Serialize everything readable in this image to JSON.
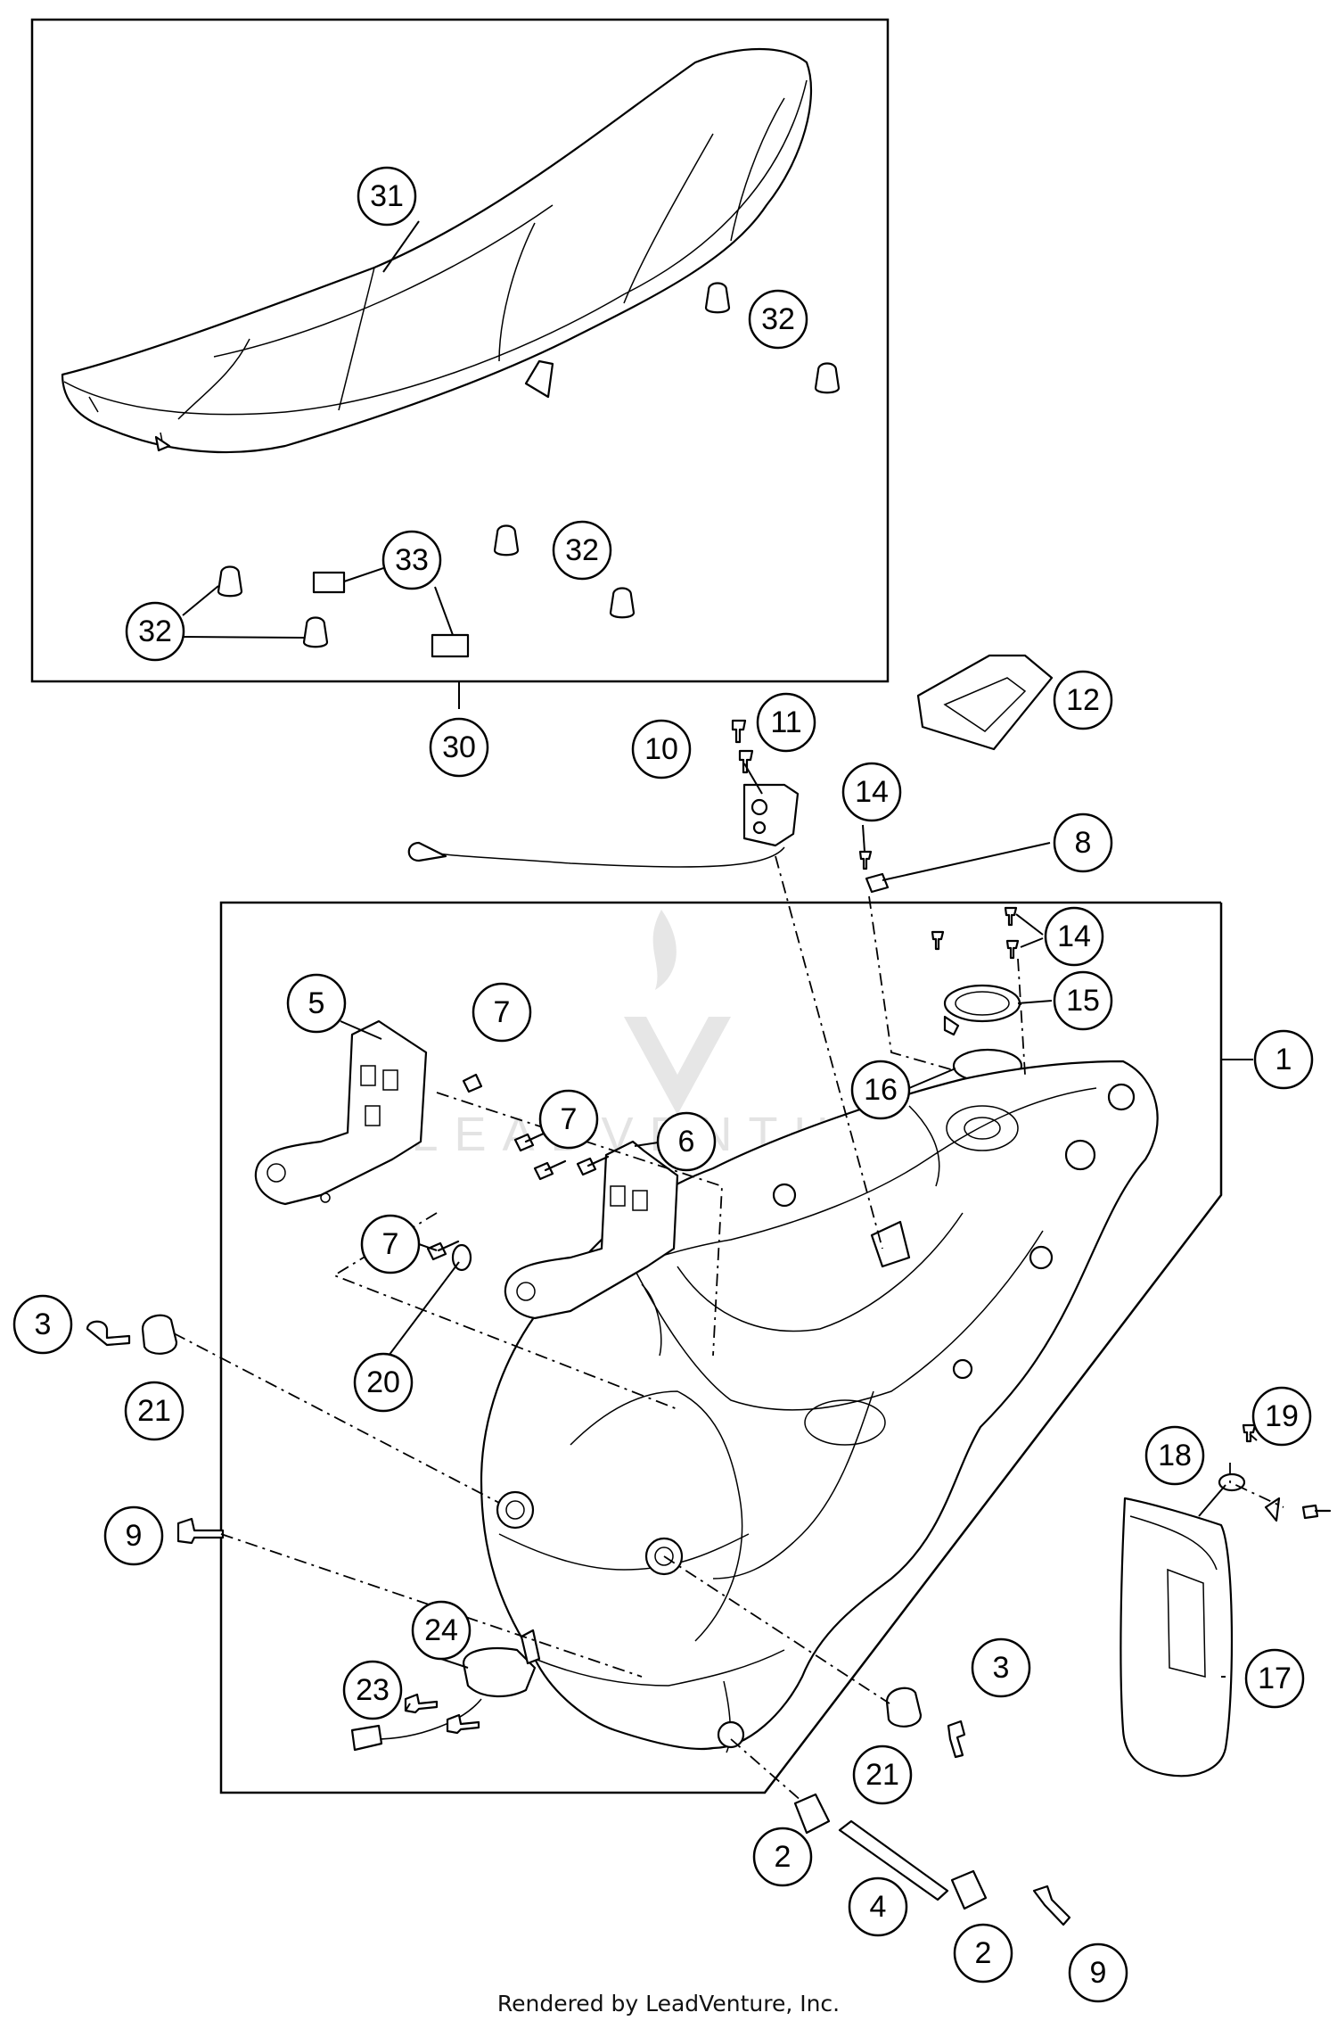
{
  "footer": "Rendered by LeadVenture, Inc.",
  "watermark": "LEADVENTURE",
  "callouts": [
    "31",
    "32",
    "32",
    "33",
    "32",
    "30",
    "12",
    "11",
    "10",
    "14",
    "8",
    "14",
    "15",
    "1",
    "16",
    "5",
    "7",
    "7",
    "6",
    "7",
    "20",
    "3",
    "21",
    "9",
    "18",
    "19",
    "17",
    "24",
    "23",
    "3",
    "21",
    "2",
    "4",
    "2",
    "9"
  ]
}
